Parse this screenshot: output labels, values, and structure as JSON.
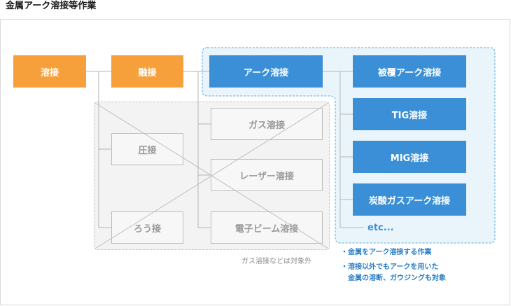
{
  "title": "金属アーク溶接等作業",
  "boxes": {
    "yosetsu": "溶接",
    "yuusetsu": "融接",
    "ark": "アーク溶接",
    "hifuku": "被覆アーク溶接",
    "tig": "TIG溶接",
    "mig": "MIG溶接",
    "tansan": "炭酸ガスアーク溶接",
    "gas": "ガス溶接",
    "laser": "レーザー溶接",
    "denshi": "電子ビーム溶接",
    "assetsu": "圧接",
    "rou": "ろう接"
  },
  "etc": "etc...",
  "excluded_caption": "ガス溶接などは対象外",
  "notes": {
    "note1": "・金属をアーク溶接する作業",
    "note2_line1": "・溶接以外でもアークを用いた",
    "note2_line2": "金属の溶断、ガウジングも対象"
  },
  "colors": {
    "orange": "#f5a03a",
    "blue": "#3a8fd6",
    "gray_region": "#f3f3f3",
    "blue_region": "#eaf5fb"
  }
}
